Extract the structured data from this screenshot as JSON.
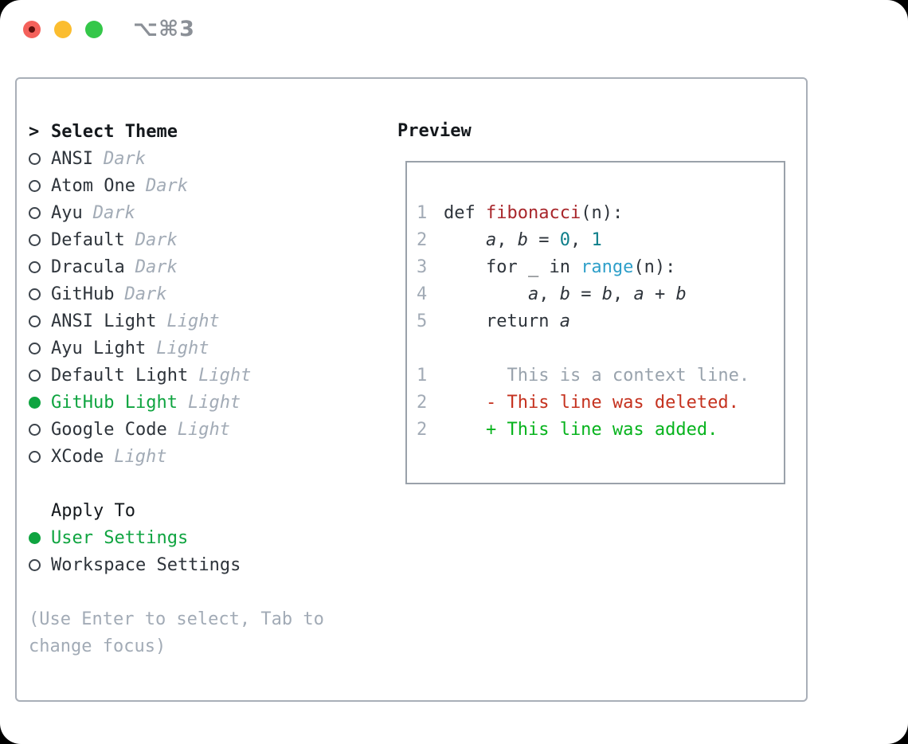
{
  "titlebar": {
    "title": "⌥⌘3"
  },
  "left": {
    "prompt": ">",
    "header": "Select Theme",
    "themes": [
      {
        "name": "ANSI",
        "variant": "Dark",
        "selected": false
      },
      {
        "name": "Atom One",
        "variant": "Dark",
        "selected": false
      },
      {
        "name": "Ayu",
        "variant": "Dark",
        "selected": false
      },
      {
        "name": "Default",
        "variant": "Dark",
        "selected": false
      },
      {
        "name": "Dracula",
        "variant": "Dark",
        "selected": false
      },
      {
        "name": "GitHub",
        "variant": "Dark",
        "selected": false
      },
      {
        "name": "ANSI Light",
        "variant": "Light",
        "selected": false
      },
      {
        "name": "Ayu Light",
        "variant": "Light",
        "selected": false
      },
      {
        "name": "Default Light",
        "variant": "Light",
        "selected": false
      },
      {
        "name": "GitHub Light",
        "variant": "Light",
        "selected": true
      },
      {
        "name": "Google Code",
        "variant": "Light",
        "selected": false
      },
      {
        "name": "XCode",
        "variant": "Light",
        "selected": false
      }
    ],
    "apply_header": "Apply To",
    "apply_options": [
      {
        "label": "User Settings",
        "selected": true
      },
      {
        "label": "Workspace Settings",
        "selected": false
      }
    ],
    "hint_line1": "(Use Enter to select, Tab to",
    "hint_line2": "change focus)"
  },
  "preview": {
    "header": "Preview",
    "lines": [
      {
        "num": "1",
        "segs": [
          [
            "def ",
            "code"
          ],
          [
            "fibonacci",
            "func"
          ],
          [
            "(n):",
            "code"
          ]
        ]
      },
      {
        "num": "2",
        "segs": [
          [
            "    ",
            "code"
          ],
          [
            "a",
            "var"
          ],
          [
            ", ",
            "code"
          ],
          [
            "b",
            "var"
          ],
          [
            " = ",
            "code"
          ],
          [
            "0",
            "numlit"
          ],
          [
            ", ",
            "code"
          ],
          [
            "1",
            "numlit"
          ]
        ]
      },
      {
        "num": "3",
        "segs": [
          [
            "    for _ in ",
            "code"
          ],
          [
            "range",
            "builtin"
          ],
          [
            "(n):",
            "code"
          ]
        ]
      },
      {
        "num": "4",
        "segs": [
          [
            "        ",
            "code"
          ],
          [
            "a",
            "var"
          ],
          [
            ", ",
            "code"
          ],
          [
            "b",
            "var"
          ],
          [
            " = ",
            "code"
          ],
          [
            "b",
            "var"
          ],
          [
            ", ",
            "code"
          ],
          [
            "a",
            "var"
          ],
          [
            " + ",
            "code"
          ],
          [
            "b",
            "var"
          ]
        ]
      },
      {
        "num": "5",
        "segs": [
          [
            "    return ",
            "code"
          ],
          [
            "a",
            "var"
          ]
        ]
      },
      {
        "num": "",
        "segs": []
      },
      {
        "num": "1",
        "segs": [
          [
            "      This is a context line.",
            "context"
          ]
        ]
      },
      {
        "num": "2",
        "segs": [
          [
            "    - This line was deleted.",
            "deleted"
          ]
        ]
      },
      {
        "num": "2",
        "segs": [
          [
            "    + This line was added.",
            "added"
          ]
        ]
      }
    ]
  },
  "icons": {
    "radio_unselected": "circle-outline",
    "radio_selected": "circle-filled",
    "traffic_lights": [
      "close",
      "minimize",
      "zoom"
    ]
  },
  "colors": {
    "selection_green": "#0fa440",
    "added_green": "#07b31d",
    "deleted_red": "#c5321f",
    "function_red": "#a8262b",
    "number_teal": "#0e7e8a",
    "builtin_blue": "#2e9fc9",
    "muted_gray": "#a2abb6",
    "text_dark": "#2e343b",
    "panel_border": "#a9afb8",
    "traffic_red": "#f4615b",
    "traffic_yellow": "#fbbd2f",
    "traffic_green": "#34c749"
  }
}
